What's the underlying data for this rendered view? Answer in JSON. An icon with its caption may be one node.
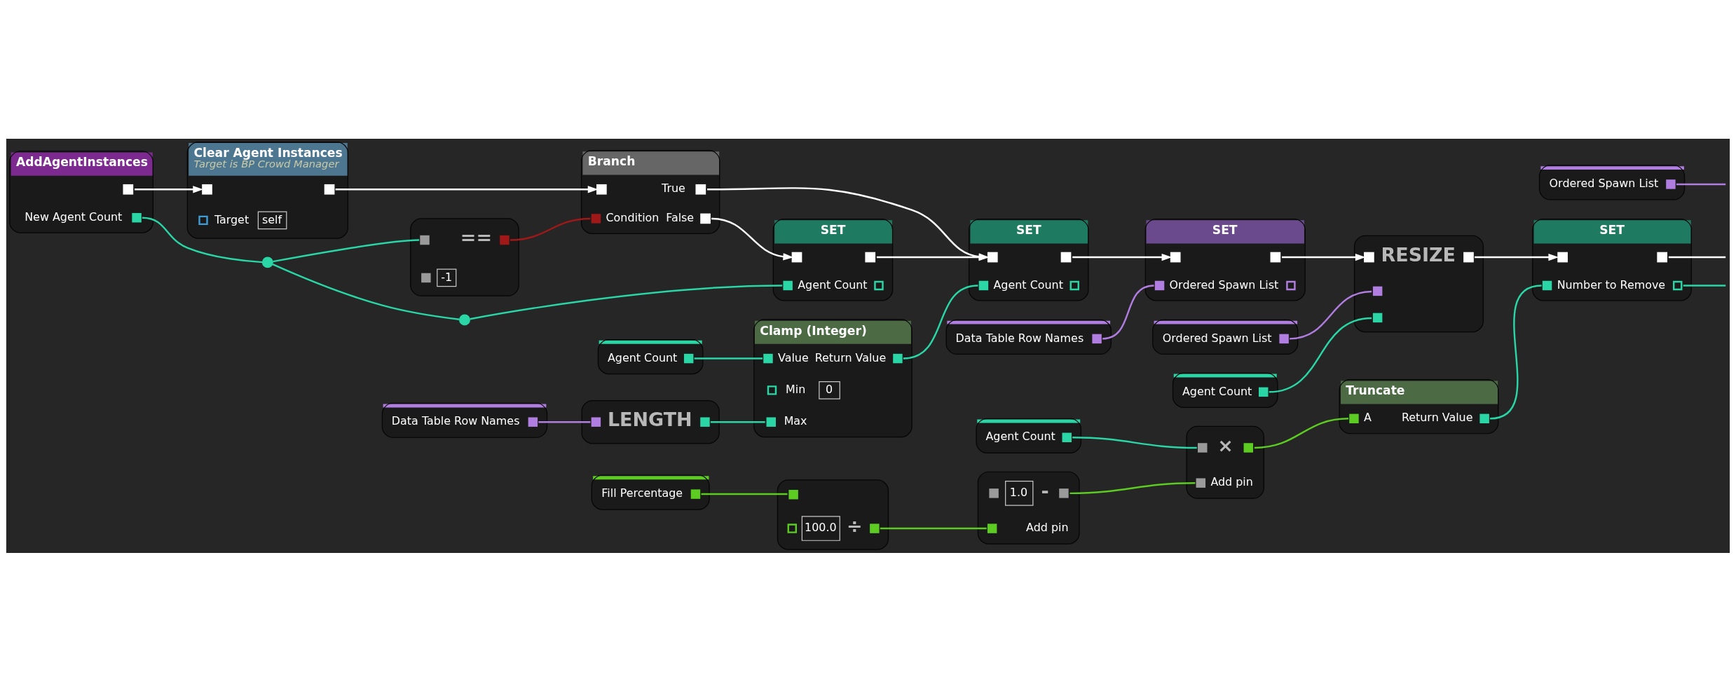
{
  "diagram": {
    "nodes": [
      {
        "text": [
          "AddAgentInstances",
          "New Agent Count"
        ]
      },
      {
        "text": [
          "Clear Agent Instances",
          "Target is BP Crowd Manager",
          "Target",
          "self"
        ]
      },
      {
        "text": [
          "==",
          "-1"
        ]
      },
      {
        "text": [],
        "shape": "circle"
      },
      {
        "text": [],
        "shape": "circle"
      },
      {
        "text": [
          "Branch",
          "Condition",
          "True",
          "False"
        ]
      },
      {
        "text": [
          "SET",
          "Agent Count"
        ]
      },
      {
        "text": [
          "Agent Count"
        ]
      },
      {
        "text": [
          "Data Table Row Names"
        ]
      },
      {
        "text": [
          "LENGTH"
        ]
      },
      {
        "text": [
          "Clamp (Integer)",
          "Value",
          "Return Value",
          "Min",
          "0",
          "Max"
        ]
      },
      {
        "text": [
          "SET",
          "Agent Count"
        ]
      },
      {
        "text": [
          "Data Table Row Names"
        ]
      },
      {
        "text": [
          "SET",
          "Ordered Spawn List"
        ]
      },
      {
        "text": [
          "Ordered Spawn List"
        ]
      },
      {
        "text": [
          "Agent Count"
        ]
      },
      {
        "text": [
          "RESIZE"
        ]
      },
      {
        "text": [
          "SET",
          "Number to Remove"
        ]
      },
      {
        "text": [
          "Agent Count"
        ]
      },
      {
        "text": [
          "Fill Percentage"
        ]
      },
      {
        "text": [
          "100.0",
          "÷"
        ]
      },
      {
        "text": [
          "1.0",
          "-",
          "Add pin"
        ]
      },
      {
        "text": [
          "×",
          "Add pin"
        ]
      },
      {
        "text": [
          "Truncate",
          "A",
          "Return Value"
        ]
      },
      {
        "text": [
          "Ordered Spawn List"
        ]
      }
    ],
    "edges": [
      {
        "from": 0,
        "to": 1,
        "arrow": "to",
        "color": "#ffffff"
      },
      {
        "from": 1,
        "to": 5,
        "arrow": "to",
        "color": "#ffffff"
      },
      {
        "from": 5,
        "to": 11,
        "arrow": "to",
        "color": "#ffffff"
      },
      {
        "from": 5,
        "to": 6,
        "arrow": "to",
        "color": "#ffffff"
      },
      {
        "from": 6,
        "to": 11,
        "arrow": "to",
        "color": "#ffffff"
      },
      {
        "from": 11,
        "to": 13,
        "arrow": "to",
        "color": "#ffffff"
      },
      {
        "from": 13,
        "to": 16,
        "arrow": "to",
        "color": "#ffffff"
      },
      {
        "from": 16,
        "to": 17,
        "arrow": "to",
        "color": "#ffffff"
      },
      {
        "from": 17,
        "to": null,
        "arrow": "none",
        "color": "#ffffff"
      },
      {
        "from": 0,
        "to": 3,
        "arrow": "none"
      },
      {
        "from": 3,
        "to": 2,
        "arrow": "none"
      },
      {
        "from": 3,
        "to": 4,
        "arrow": "none"
      },
      {
        "from": 4,
        "to": 6,
        "arrow": "none"
      },
      {
        "from": 2,
        "to": 5,
        "arrow": "none",
        "color": "#a01818"
      },
      {
        "from": 7,
        "to": 10,
        "arrow": "none"
      },
      {
        "from": 8,
        "to": 9,
        "arrow": "none",
        "color": "#b07de0"
      },
      {
        "from": 9,
        "to": 10,
        "arrow": "none"
      },
      {
        "from": 10,
        "to": 11,
        "arrow": "none"
      },
      {
        "from": 12,
        "to": 13,
        "arrow": "none",
        "color": "#b07de0"
      },
      {
        "from": 14,
        "to": 16,
        "arrow": "none",
        "color": "#b07de0"
      },
      {
        "from": 15,
        "to": 16,
        "arrow": "none"
      },
      {
        "from": 18,
        "to": 22,
        "arrow": "none"
      },
      {
        "from": 19,
        "to": 20,
        "arrow": "none",
        "color": "#5ccb22"
      },
      {
        "from": 20,
        "to": 21,
        "arrow": "none",
        "color": "#5ccb22"
      },
      {
        "from": 21,
        "to": 22,
        "arrow": "none",
        "color": "#5ccb22"
      },
      {
        "from": 22,
        "to": 23,
        "arrow": "none",
        "color": "#5ccb22"
      },
      {
        "from": 23,
        "to": 17,
        "arrow": "none"
      },
      {
        "from": 17,
        "to": null,
        "arrow": "none"
      },
      {
        "from": 24,
        "to": null,
        "arrow": "none",
        "color": "#b07de0"
      }
    ]
  }
}
